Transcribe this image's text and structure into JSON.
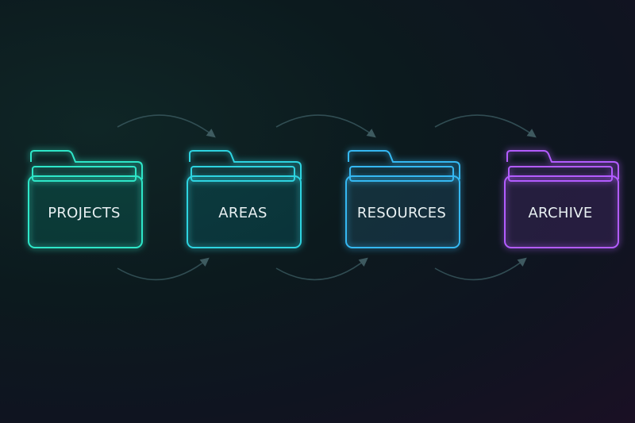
{
  "folders": [
    {
      "label": "PROJECTS",
      "color": "#2ee6c8",
      "icon": "folder-icon"
    },
    {
      "label": "AREAS",
      "color": "#2ed3e0",
      "icon": "folder-icon"
    },
    {
      "label": "RESOURCES",
      "color": "#34b8f2",
      "icon": "folder-icon"
    },
    {
      "label": "ARCHIVE",
      "color": "#b35cff",
      "icon": "folder-icon"
    }
  ],
  "arrow_color": "#3a5a60",
  "background_color": "#0c1a1e"
}
